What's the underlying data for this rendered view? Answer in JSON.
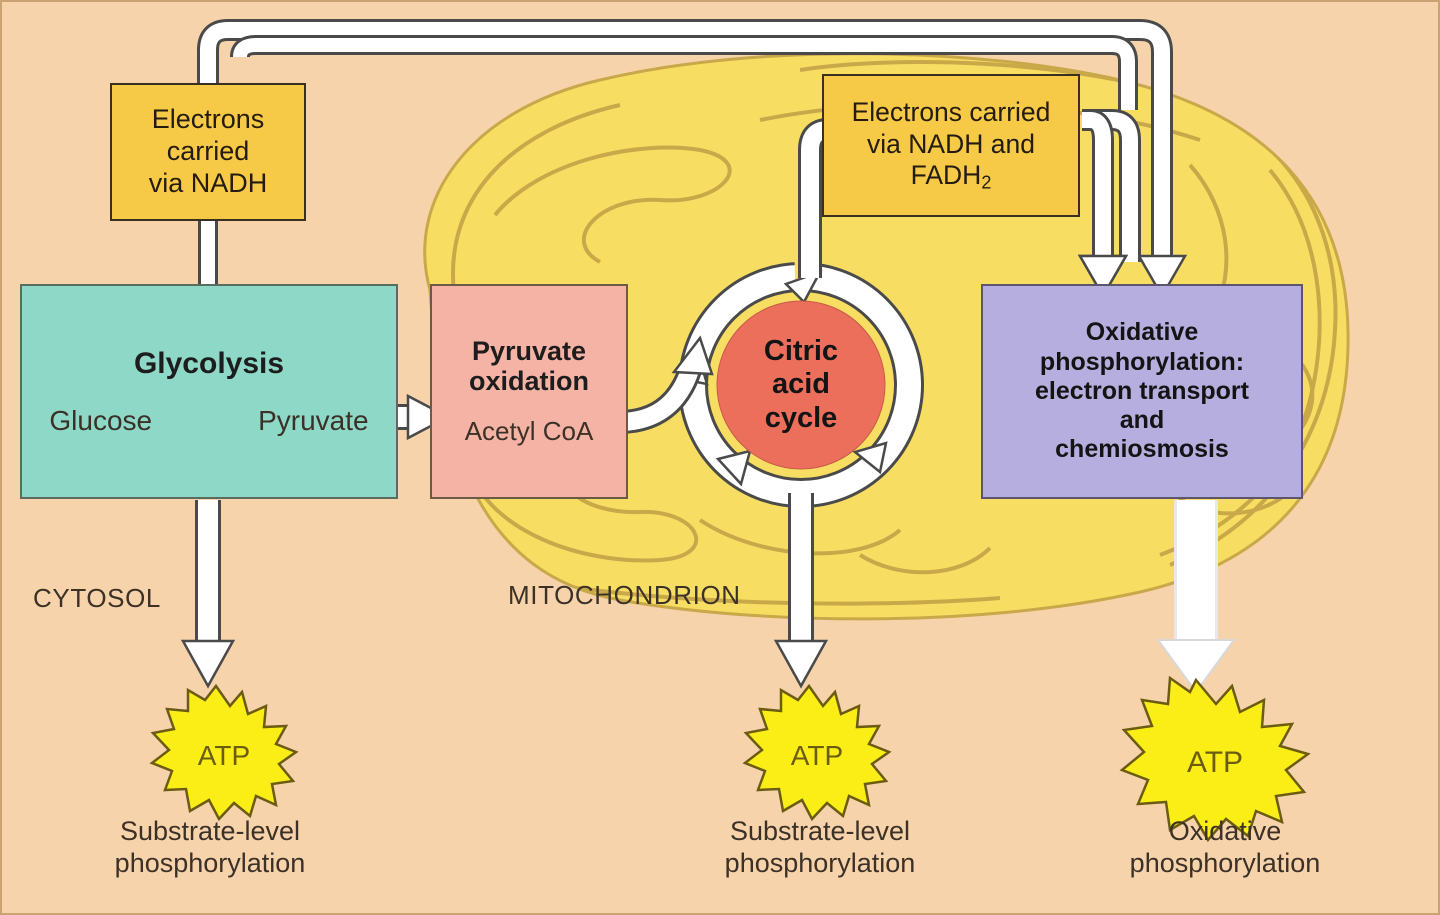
{
  "figure": {
    "title": "Cellular respiration overview",
    "background_color": "#f7d3ab",
    "border_color": "#6b5a45"
  },
  "compartments": {
    "cytosol_label": "CYTOSOL",
    "mitochondrion_label": "MITOCHONDRION",
    "mitochondrion_fill": "#f7de63",
    "mitochondrion_stroke": "#c9a84a"
  },
  "electron_carriers": {
    "left": {
      "line1": "Electrons",
      "line2": "carried",
      "line3": "via NADH",
      "color": "#f6c946"
    },
    "right": {
      "line1": "Electrons carried",
      "line2": "via NADH and",
      "line3_prefix": "FADH",
      "line3_sub": "2",
      "color": "#f6c946"
    }
  },
  "stages": {
    "glycolysis": {
      "title": "Glycolysis",
      "input": "Glucose",
      "output": "Pyruvate",
      "color": "#8ed8c8"
    },
    "pyruvate_oxidation": {
      "title_line1": "Pyruvate",
      "title_line2": "oxidation",
      "product": "Acetyl CoA",
      "color": "#f4b3a5"
    },
    "citric_acid_cycle": {
      "line1": "Citric",
      "line2": "acid",
      "line3": "cycle",
      "color": "#ec6f5c"
    },
    "oxidative_phosphorylation": {
      "line1": "Oxidative",
      "line2": "phosphorylation:",
      "line3": "electron transport",
      "line4": "and",
      "line5": "chemiosmosis",
      "color": "#b6aede"
    }
  },
  "atp_outputs": [
    {
      "label": "ATP",
      "caption_line1": "Substrate-level",
      "caption_line2": "phosphorylation",
      "color": "#fbee16",
      "size": "small"
    },
    {
      "label": "ATP",
      "caption_line1": "Substrate-level",
      "caption_line2": "phosphorylation",
      "color": "#fbee16",
      "size": "small"
    },
    {
      "label": "ATP",
      "caption_line1": "Oxidative",
      "caption_line2": "phosphorylation",
      "color": "#fbee16",
      "size": "large"
    }
  ],
  "arrows": {
    "fill": "#ffffff",
    "stroke": "#4a4a4a"
  }
}
